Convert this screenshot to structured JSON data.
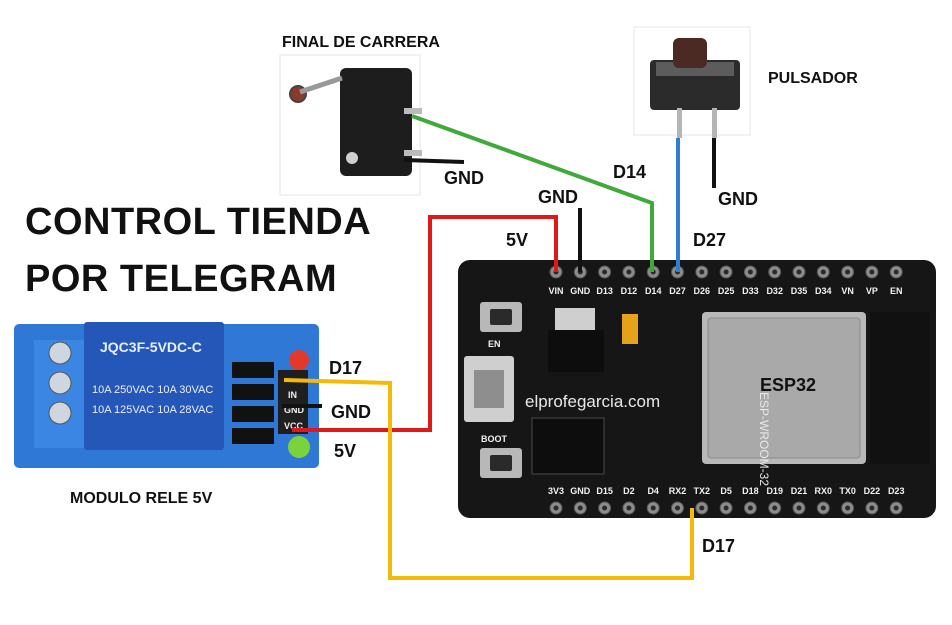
{
  "title": {
    "line1": "CONTROL TIENDA",
    "line2": "POR TELEGRAM"
  },
  "labels": {
    "limit_switch": "FINAL DE CARRERA",
    "push_button": "PULSADOR",
    "relay_module": "MODULO RELE 5V",
    "esp32": "ESP32",
    "watermark": "elprofegarcia.com"
  },
  "wire_labels": {
    "switch_gnd": "GND",
    "switch_d14": "D14",
    "button_gnd": "GND",
    "button_d27": "D27",
    "esp_gnd": "GND",
    "esp_5v": "5V",
    "relay_d17": "D17",
    "relay_gnd": "GND",
    "relay_5v": "5V",
    "tx2_d17": "D17"
  },
  "relay": {
    "brand": "JQC3F-5VDC-C",
    "rating1": "10A 250VAC 10A 30VAC",
    "rating2": "10A 125VAC 10A 28VAC",
    "pin_in": "IN",
    "pin_gnd": "GND",
    "pin_vcc": "VCC"
  },
  "esp": {
    "top_pins": [
      "VIN",
      "GND",
      "D13",
      "D12",
      "D14",
      "D27",
      "D26",
      "D25",
      "D33",
      "D32",
      "D35",
      "D34",
      "VN",
      "VP",
      "EN"
    ],
    "bottom_pins": [
      "3V3",
      "GND",
      "D15",
      "D2",
      "D4",
      "RX2",
      "TX2",
      "D5",
      "D18",
      "D19",
      "D21",
      "RX0",
      "TX0",
      "D22",
      "D23"
    ],
    "btn_en": "EN",
    "btn_boot": "BOOT",
    "module": "ESP-WROOM-32"
  },
  "colors": {
    "wire_red": "#e01818",
    "wire_green": "#3faa3a",
    "wire_blue": "#2f7fd0",
    "wire_yellow": "#f5b90a",
    "wire_black": "#111111",
    "board": "#151515",
    "relay_blue": "#2c6fd0"
  }
}
